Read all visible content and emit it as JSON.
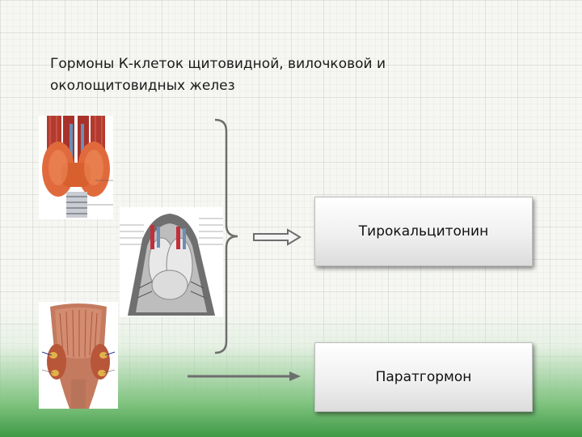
{
  "slide": {
    "title_line1": "Гормоны К-клеток щитовидной, вилочковой и",
    "title_line2": "околощитовидных желез"
  },
  "hormones": [
    {
      "label": "Тирокальцитонин"
    },
    {
      "label": "Паратгормон"
    }
  ],
  "illustrations": [
    {
      "name": "thyroid-gland-illustration"
    },
    {
      "name": "thymus-illustration"
    },
    {
      "name": "parathyroid-glands-illustration"
    }
  ],
  "colors": {
    "accent_green": "#3f9a45",
    "arrow_gray": "#6e6e6e"
  }
}
